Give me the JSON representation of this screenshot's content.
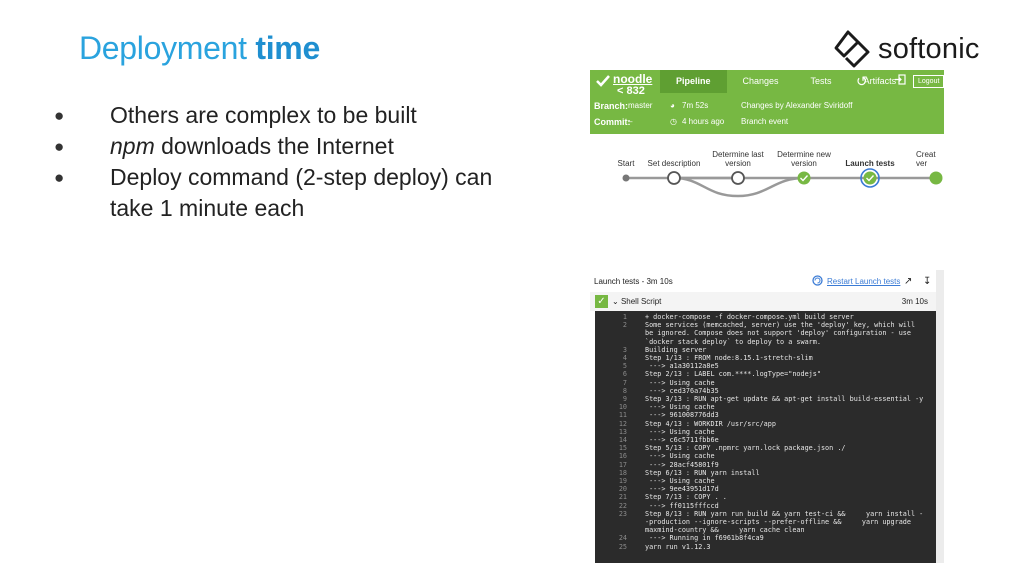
{
  "slide": {
    "title_regular": "Deployment",
    "title_bold": "time",
    "logo_text": "softonic",
    "bullets": [
      {
        "italic": "",
        "text": "Others are complex to be built"
      },
      {
        "italic": "npm",
        "text": " downloads the Internet"
      },
      {
        "italic": "",
        "text": "Deploy command (2-step deploy) can take 1 minute each"
      }
    ]
  },
  "pipeline": {
    "name": "noodle",
    "back_label": "< 832",
    "tabs": [
      "Pipeline",
      "Changes",
      "Tests",
      "Artifacts"
    ],
    "logout": "Logout",
    "branch_label": "Branch:",
    "branch_value": "master",
    "duration": "7m 52s",
    "changes_by": "Changes by Alexander Sviridoff",
    "commit_label": "Commit:",
    "commit_value": "–",
    "time_ago": "4 hours ago",
    "trigger": "Branch event",
    "colors": {
      "header": "#77b843",
      "active_tab": "#5f9f32"
    }
  },
  "stages": [
    {
      "label": "Start",
      "state": "start"
    },
    {
      "label": "Set description",
      "state": "skipped"
    },
    {
      "label": "Determine last version",
      "state": "skipped"
    },
    {
      "label": "Determine new version",
      "state": "success"
    },
    {
      "label": "Launch tests",
      "state": "selected"
    },
    {
      "label": "Creat ver",
      "state": "success"
    }
  ],
  "panel": {
    "title": "Launch tests - 3m 10s",
    "restart": "Restart Launch tests",
    "step_label": "Shell Script",
    "step_time": "3m 10s",
    "icons": [
      "check-icon",
      "chevron-down-icon",
      "restart-icon",
      "popout-icon",
      "download-icon"
    ]
  },
  "console": [
    {
      "n": "1",
      "t": "+ docker-compose -f docker-compose.yml build server"
    },
    {
      "n": "2",
      "t": "Some services (memcached, server) use the 'deploy' key, which will"
    },
    {
      "n": "",
      "t": "be ignored. Compose does not support 'deploy' configuration - use"
    },
    {
      "n": "",
      "t": "`docker stack deploy` to deploy to a swarm."
    },
    {
      "n": "3",
      "t": "Building server"
    },
    {
      "n": "4",
      "t": "Step 1/13 : FROM node:8.15.1-stretch-slim"
    },
    {
      "n": "5",
      "t": " ---> a1a30112a8e5"
    },
    {
      "n": "6",
      "t": "Step 2/13 : LABEL com.****.logType=\"nodejs\""
    },
    {
      "n": "7",
      "t": " ---> Using cache"
    },
    {
      "n": "8",
      "t": " ---> ced376a74b35"
    },
    {
      "n": "9",
      "t": "Step 3/13 : RUN apt-get update && apt-get install build-essential -y"
    },
    {
      "n": "10",
      "t": " ---> Using cache"
    },
    {
      "n": "11",
      "t": " ---> 961008776dd3"
    },
    {
      "n": "12",
      "t": "Step 4/13 : WORKDIR /usr/src/app"
    },
    {
      "n": "13",
      "t": " ---> Using cache"
    },
    {
      "n": "14",
      "t": " ---> c6c5711fbb6e"
    },
    {
      "n": "15",
      "t": "Step 5/13 : COPY .npmrc yarn.lock package.json ./"
    },
    {
      "n": "16",
      "t": " ---> Using cache"
    },
    {
      "n": "17",
      "t": " ---> 28acf45801f9"
    },
    {
      "n": "18",
      "t": "Step 6/13 : RUN yarn install"
    },
    {
      "n": "19",
      "t": " ---> Using cache"
    },
    {
      "n": "20",
      "t": " ---> 9ee43951d17d"
    },
    {
      "n": "21",
      "t": "Step 7/13 : COPY . ."
    },
    {
      "n": "22",
      "t": " ---> ff0115fffccd"
    },
    {
      "n": "23",
      "t": "Step 8/13 : RUN yarn run build && yarn test-ci &&     yarn install -"
    },
    {
      "n": "",
      "t": "-production --ignore-scripts --prefer-offline &&     yarn upgrade"
    },
    {
      "n": "",
      "t": "maxmind-country &&     yarn cache clean"
    },
    {
      "n": "24",
      "t": " ---> Running in f6961b8f4ca9"
    },
    {
      "n": "25",
      "t": "yarn run v1.12.3"
    }
  ]
}
